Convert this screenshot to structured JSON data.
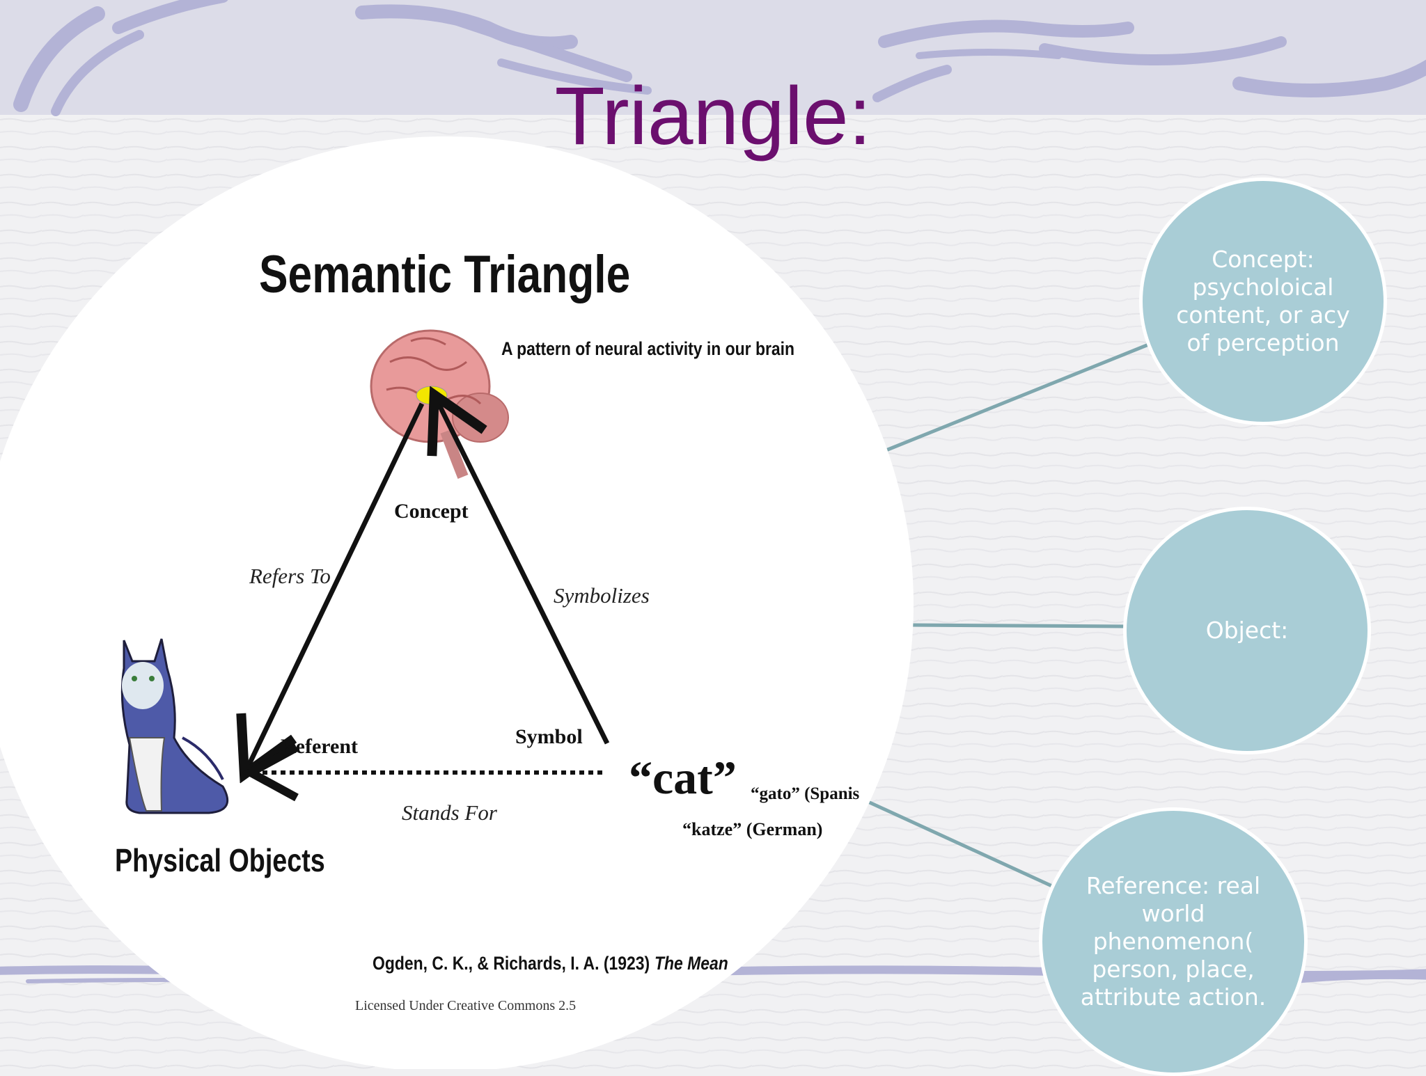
{
  "slide": {
    "title": "Triangle:"
  },
  "image": {
    "heading": "Semantic Triangle",
    "brain_caption": "A pattern of neural activity in our brain",
    "concept_label": "Concept",
    "refers_to": "Refers To",
    "symbolizes": "Symbolizes",
    "referent_label": "Referent",
    "symbol_label": "Symbol",
    "stands_for": "Stands For",
    "symbol_word": "“cat”",
    "spanish": "“gato” (Spanis",
    "german": "“katze” (German)",
    "physical_objects": "Physical Objects",
    "citation": "Ogden, C. K., & Richards, I. A. (1923)",
    "citation_title": "The Mean",
    "license": "Licensed Under Creative Commons 2.5"
  },
  "bubbles": {
    "concept": "Concept: psycholoical content, or acy of perception",
    "object": "Object:",
    "reference": "Reference: real world phenomenon( person, place, attribute action."
  },
  "colors": {
    "title": "#6b0f6e",
    "bubble_fill": "#a9cdd6",
    "connector": "#7fa7ae",
    "brain": "#e89a9a"
  }
}
